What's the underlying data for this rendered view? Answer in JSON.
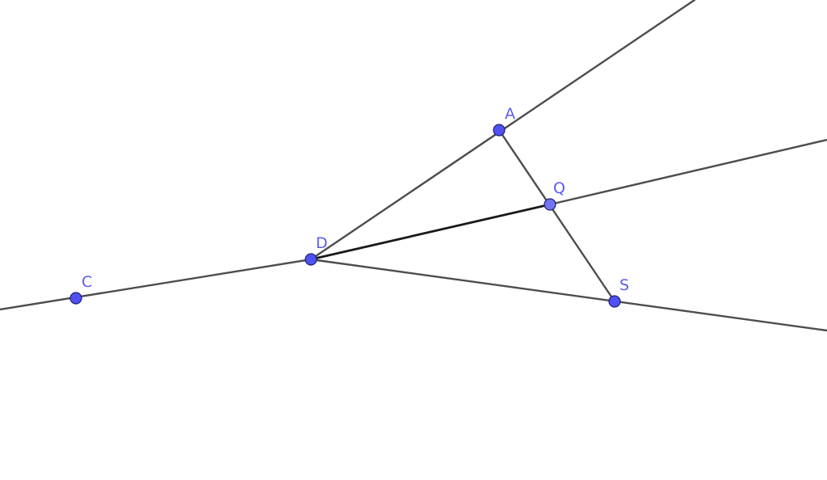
{
  "colors": {
    "point_fill": "#4f52f0",
    "point_fill_light": "#7375f0",
    "label": "#5a5cf2",
    "line": "#4d4d4d",
    "line_bold": "#1a1a1a"
  },
  "points": {
    "A": {
      "label": "A"
    },
    "C": {
      "label": "C"
    },
    "D": {
      "label": "D"
    },
    "Q": {
      "label": "Q"
    },
    "S": {
      "label": "S"
    }
  }
}
